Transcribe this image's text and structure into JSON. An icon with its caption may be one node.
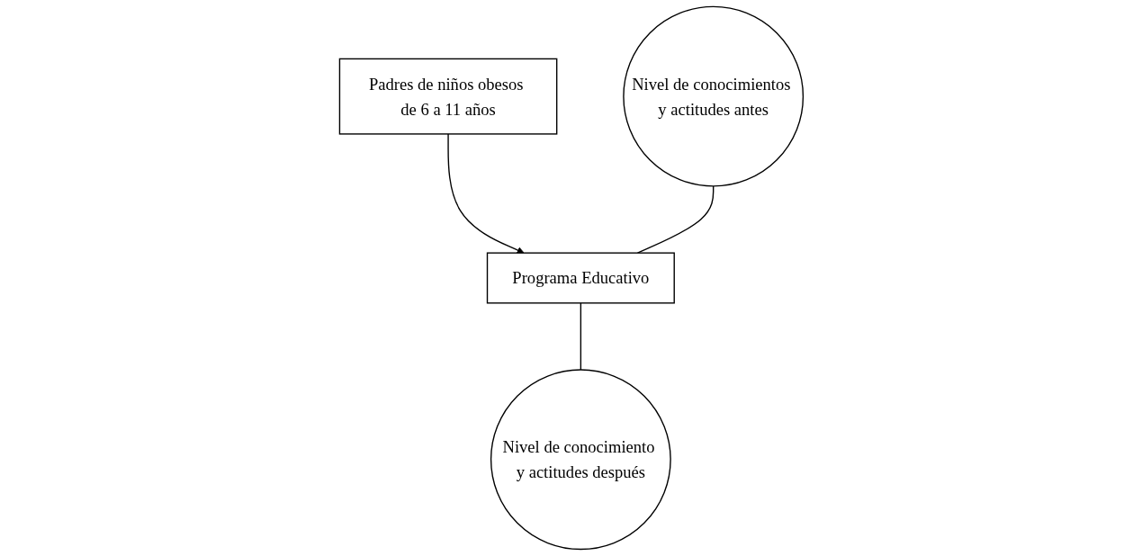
{
  "diagram": {
    "nodes": [
      {
        "text": [
          "Padres de niños obesos de 6 a 11 años"
        ]
      },
      {
        "text": [
          "Nivel de conocimientos y actitudes antes"
        ]
      },
      {
        "text": [
          "Programa Educativo"
        ]
      },
      {
        "text": [
          "Nivel de conocimiento y actitudes después"
        ]
      }
    ],
    "edges": [
      {
        "from": 0,
        "to": 2,
        "arrow": "to"
      },
      {
        "from": 1,
        "to": 2,
        "arrow": "none"
      },
      {
        "from": 2,
        "to": 3,
        "arrow": "none"
      }
    ]
  }
}
